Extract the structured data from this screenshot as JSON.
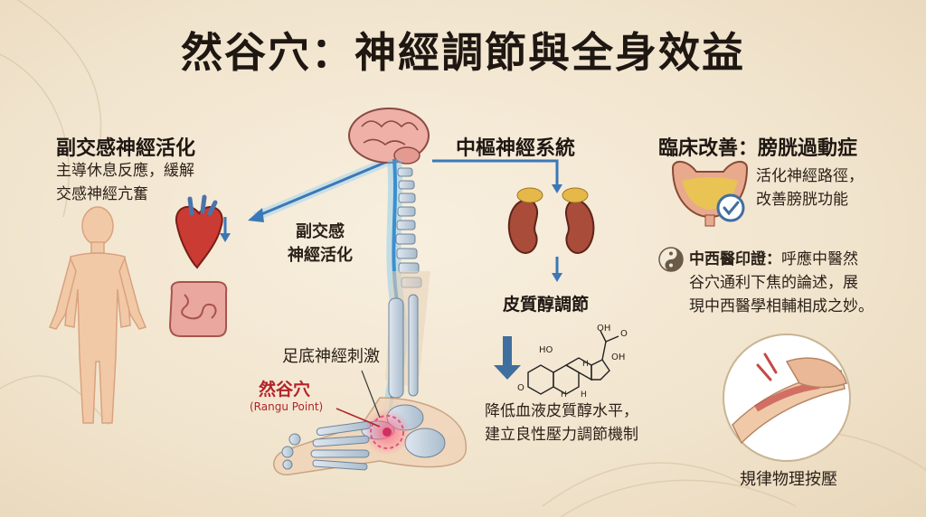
{
  "title": "然谷穴：神經調節與全身效益",
  "left": {
    "heading": "副交感神經活化",
    "desc_line1": "主導休息反應，緩解",
    "desc_line2": "交感神經亢奮"
  },
  "center": {
    "parasym_line1": "副交感",
    "parasym_line2": "神經活化",
    "plantar": "足底神經刺激",
    "point_cn": "然谷穴",
    "point_en": "(Rangu Point)"
  },
  "cns": {
    "heading": "中樞神經系統",
    "cortisol": "皮質醇調節",
    "result_line1": "降低血液皮質醇水平，",
    "result_line2": "建立良性壓力調節機制"
  },
  "right": {
    "heading": "臨床改善：膀胱過動症",
    "bladder_line1": "活化神經路徑，",
    "bladder_line2": "改善膀胱功能",
    "tcm_bold": "中西醫印證：",
    "tcm_line1_rest": "呼應中醫然",
    "tcm_line2": "谷穴通利下焦的論述，展",
    "tcm_line3": "現中西醫學相輔相成之妙。",
    "massage": "規律物理按壓"
  },
  "molecule": {
    "oh1": "OH",
    "o1": "O",
    "ho": "HO",
    "oh2": "OH",
    "h1": "H",
    "h2": "H",
    "h3": "H",
    "o2": "O"
  },
  "colors": {
    "accent_blue": "#3a78b8",
    "nerve_glow": "#7fc8ee",
    "accent_red": "#b3242a",
    "skin": "#f2c9a6"
  }
}
